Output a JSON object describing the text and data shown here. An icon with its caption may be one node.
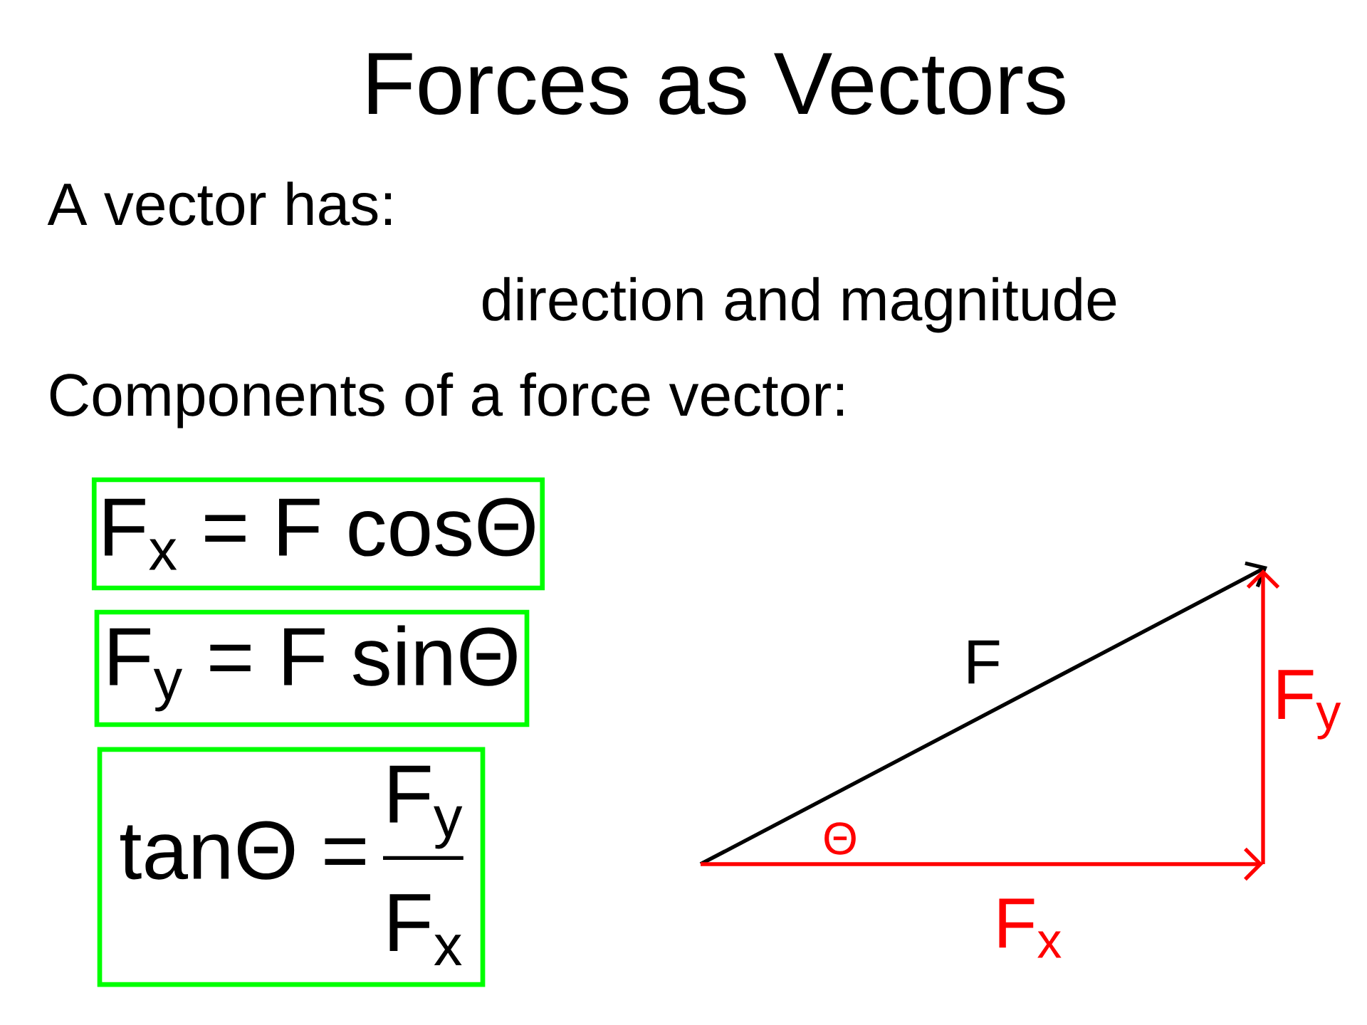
{
  "diagram": {
    "title": "Forces as Vectors",
    "nodes": [
      {
        "text": [
          "F$_{x}$ = F cosΘ"
        ]
      },
      {
        "text": [
          "F$_{y}$ = F sinΘ"
        ]
      },
      {
        "text": [
          "tanΘ =",
          "F$_{y}$",
          "F$_{x}$"
        ]
      }
    ],
    "labels": [
      "A vector has:",
      "direction and magnitude",
      "Components of a force vector:",
      "F",
      "Θ",
      "F$_{y}$",
      "F$_{x}$"
    ]
  }
}
